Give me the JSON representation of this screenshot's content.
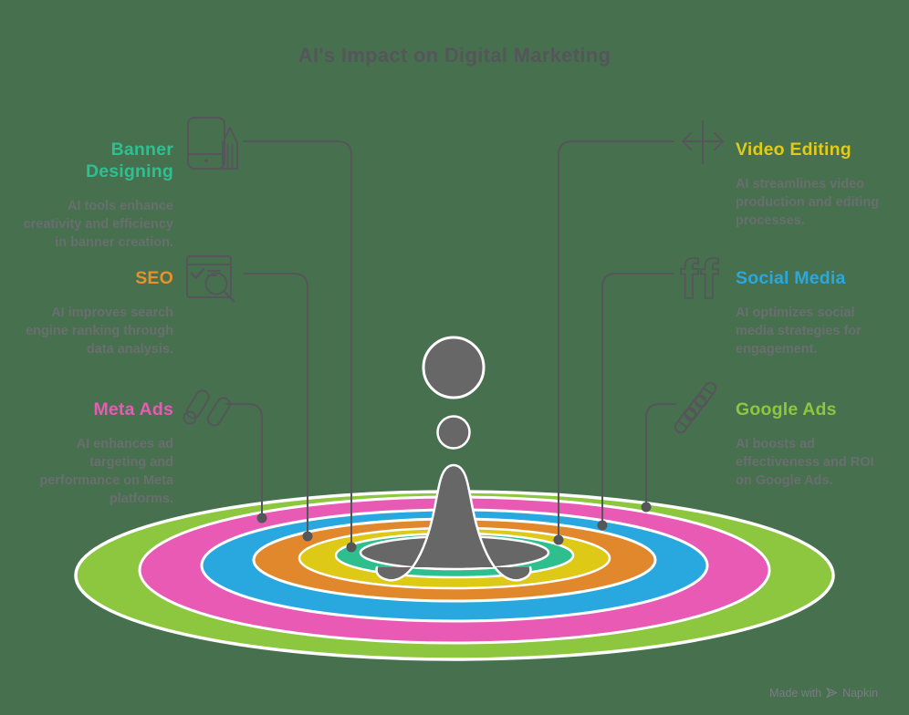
{
  "title": "AI's Impact on Digital Marketing",
  "watermark": {
    "made_with": "Made with",
    "brand": "Napkin"
  },
  "colors": {
    "background": "#47704f",
    "ink": "#55565a",
    "body_text": "#6c6e71",
    "splash_gray": "#666766",
    "outline_white": "#ffffff"
  },
  "items": [
    {
      "id": "banner-designing",
      "label": "Banner Designing",
      "color": "#2fbf91",
      "description": "AI tools enhance creativity and efficiency in banner creation.",
      "icon": "phone-pencil-icon",
      "side": "left"
    },
    {
      "id": "seo",
      "label": "SEO",
      "color": "#e8912c",
      "description": "AI improves search engine ranking through data analysis.",
      "icon": "search-page-icon",
      "side": "left"
    },
    {
      "id": "meta-ads",
      "label": "Meta Ads",
      "color": "#e85ab4",
      "description": "AI enhances ad targeting and performance on Meta platforms.",
      "icon": "meta-pills-icon",
      "side": "left"
    },
    {
      "id": "video-editing",
      "label": "Video Editing",
      "color": "#e0cb19",
      "description": "AI streamlines video production and editing processes.",
      "icon": "trim-arrows-icon",
      "side": "right"
    },
    {
      "id": "social-media",
      "label": "Social Media",
      "color": "#29a8e0",
      "description": "AI optimizes social media strategies for engagement.",
      "icon": "ff-social-icon",
      "side": "right"
    },
    {
      "id": "google-ads",
      "label": "Google Ads",
      "color": "#8dc63f",
      "description": "AI boosts ad effectiveness and ROI on Google Ads.",
      "icon": "ad-tags-icon",
      "side": "right"
    }
  ],
  "ripple": {
    "rings": [
      {
        "name": "google-ads-ring",
        "color": "#8dc63f"
      },
      {
        "name": "meta-ads-ring",
        "color": "#e85ab4"
      },
      {
        "name": "social-media-ring",
        "color": "#29a8e0"
      },
      {
        "name": "seo-ring",
        "color": "#e2882c"
      },
      {
        "name": "video-editing-ring",
        "color": "#ddc916"
      },
      {
        "name": "banner-designing-ring",
        "color": "#2fbe8e"
      },
      {
        "name": "splash-center",
        "color": "#666766"
      }
    ]
  }
}
